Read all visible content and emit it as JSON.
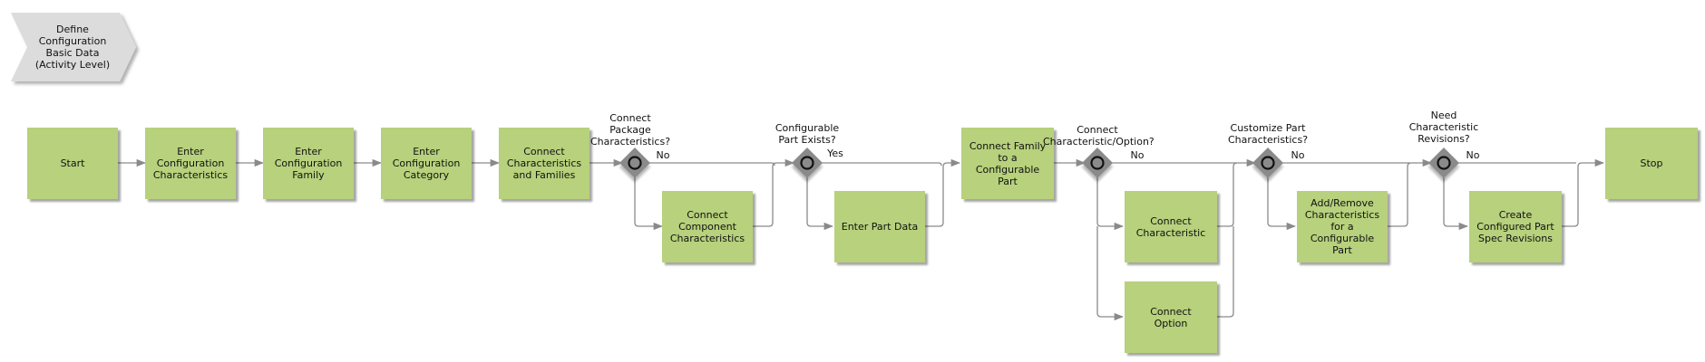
{
  "header": {
    "activity_label": "Define\nConfiguration\nBasic Data\n(Activity Level)"
  },
  "steps": {
    "start": "Start",
    "enter_config_characteristics": "Enter\nConfiguration\nCharacteristics",
    "enter_config_family": "Enter\nConfiguration\nFamily",
    "enter_config_category": "Enter\nConfiguration\nCategory",
    "connect_characteristics_families": "Connect\nCharacteristics\nand Families",
    "connect_component_characteristics": "Connect\nComponent\nCharacteristics",
    "enter_part_data": "Enter Part Data",
    "connect_family_configurable_part": "Connect Family\nto a\nConfigurable\nPart",
    "connect_characteristic": "Connect\nCharacteristic",
    "connect_option": "Connect\nOption",
    "add_remove_characteristics": "Add/Remove\nCharacteristics\nfor a\nConfigurable\nPart",
    "create_configured_part_spec_revisions": "Create\nConfigured Part\nSpec Revisions",
    "stop": "Stop"
  },
  "gateways": {
    "package_characteristics": "Connect\nPackage\nCharacteristics?",
    "configurable_part_exists": "Configurable\nPart Exists?",
    "characteristic_option": "Connect\nCharacteristic/Option?",
    "customize_part_characteristics": "Customize Part\nCharacteristics?",
    "need_characteristic_revisions": "Need\nCharacteristic\nRevisions?"
  },
  "branch_labels": {
    "package_no": "No",
    "part_exists_yes": "Yes",
    "characteristic_option_no": "No",
    "customize_no": "No",
    "revisions_no": "No"
  },
  "colors": {
    "task_fill": "#b7d17c",
    "header_fill": "#dcdcdc",
    "gateway_fill": "#8a8a8a",
    "connector": "#8a8a8a"
  }
}
